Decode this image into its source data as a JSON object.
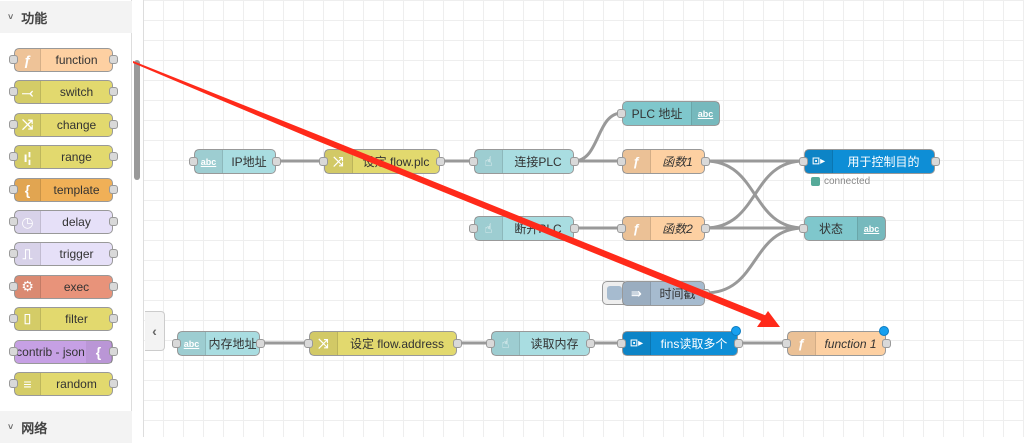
{
  "sidebar": {
    "category_1": "功能",
    "category_2": "网络",
    "palette": [
      {
        "label": "function",
        "icon": "function-icon",
        "color": "#fdd0a2"
      },
      {
        "label": "switch",
        "icon": "switch-icon",
        "color": "#e2d96e"
      },
      {
        "label": "change",
        "icon": "change-icon",
        "color": "#e2d96e"
      },
      {
        "label": "range",
        "icon": "range-icon",
        "color": "#e2d96e"
      },
      {
        "label": "template",
        "icon": "template-icon",
        "color": "#f0b057"
      },
      {
        "label": "delay",
        "icon": "delay-icon",
        "color": "#e6e0f8"
      },
      {
        "label": "trigger",
        "icon": "trigger-icon",
        "color": "#e6e0f8"
      },
      {
        "label": "exec",
        "icon": "exec-gear-icon",
        "color": "#e8937a"
      },
      {
        "label": "filter",
        "icon": "filter-icon",
        "color": "#e2d96e"
      },
      {
        "label": "contrib - json",
        "icon": "json-brace-icon",
        "color": "#c6a0e4"
      },
      {
        "label": "random",
        "icon": "random-icon",
        "color": "#e2d96e"
      }
    ]
  },
  "flow": {
    "ip_address": "IP地址",
    "set_flow_plc": "设定 flow.plc",
    "connect_plc": "连接PLC",
    "plc_address": "PLC 地址",
    "func1": "函数1",
    "control_purpose": "用于控制目的",
    "status_connected": "connected",
    "disconnect_plc": "断开PLC",
    "func2": "函数2",
    "state": "状态",
    "timestamp": "时间戳",
    "memory_address": "内存地址",
    "set_flow_address": "设定 flow.address",
    "read_memory": "读取内存",
    "fins_read": "fins读取多个",
    "function1": "function 1",
    "abc": "abc"
  },
  "colors": {
    "annotation_arrow": "#ff2a1a",
    "connected": "#55aa99"
  }
}
